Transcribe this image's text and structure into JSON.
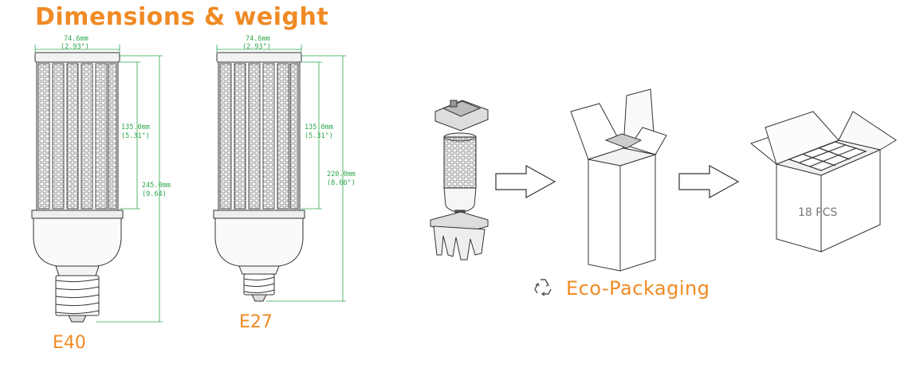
{
  "title": "Dimensions & weight",
  "colors": {
    "accent": "#f08a24",
    "dimension": "#2ca84a",
    "line": "#333333"
  },
  "variants": [
    {
      "label": "E40",
      "width_mm": "74.6mm",
      "width_in": "(2.93\")",
      "led_height_mm": "135.0mm",
      "led_height_in": "(5.31\")",
      "total_height_mm": "245.0mm",
      "total_height_in": "(9.64)"
    },
    {
      "label": "E27",
      "width_mm": "74.6mm",
      "width_in": "(2.93\")",
      "led_height_mm": "135.0mm",
      "led_height_in": "(5.31\")",
      "total_height_mm": "220.0mm",
      "total_height_in": "(8.66\")"
    }
  ],
  "packaging": {
    "label": "Eco-Packaging",
    "icon": "recycle-icon",
    "case_count": "18 PCS"
  }
}
